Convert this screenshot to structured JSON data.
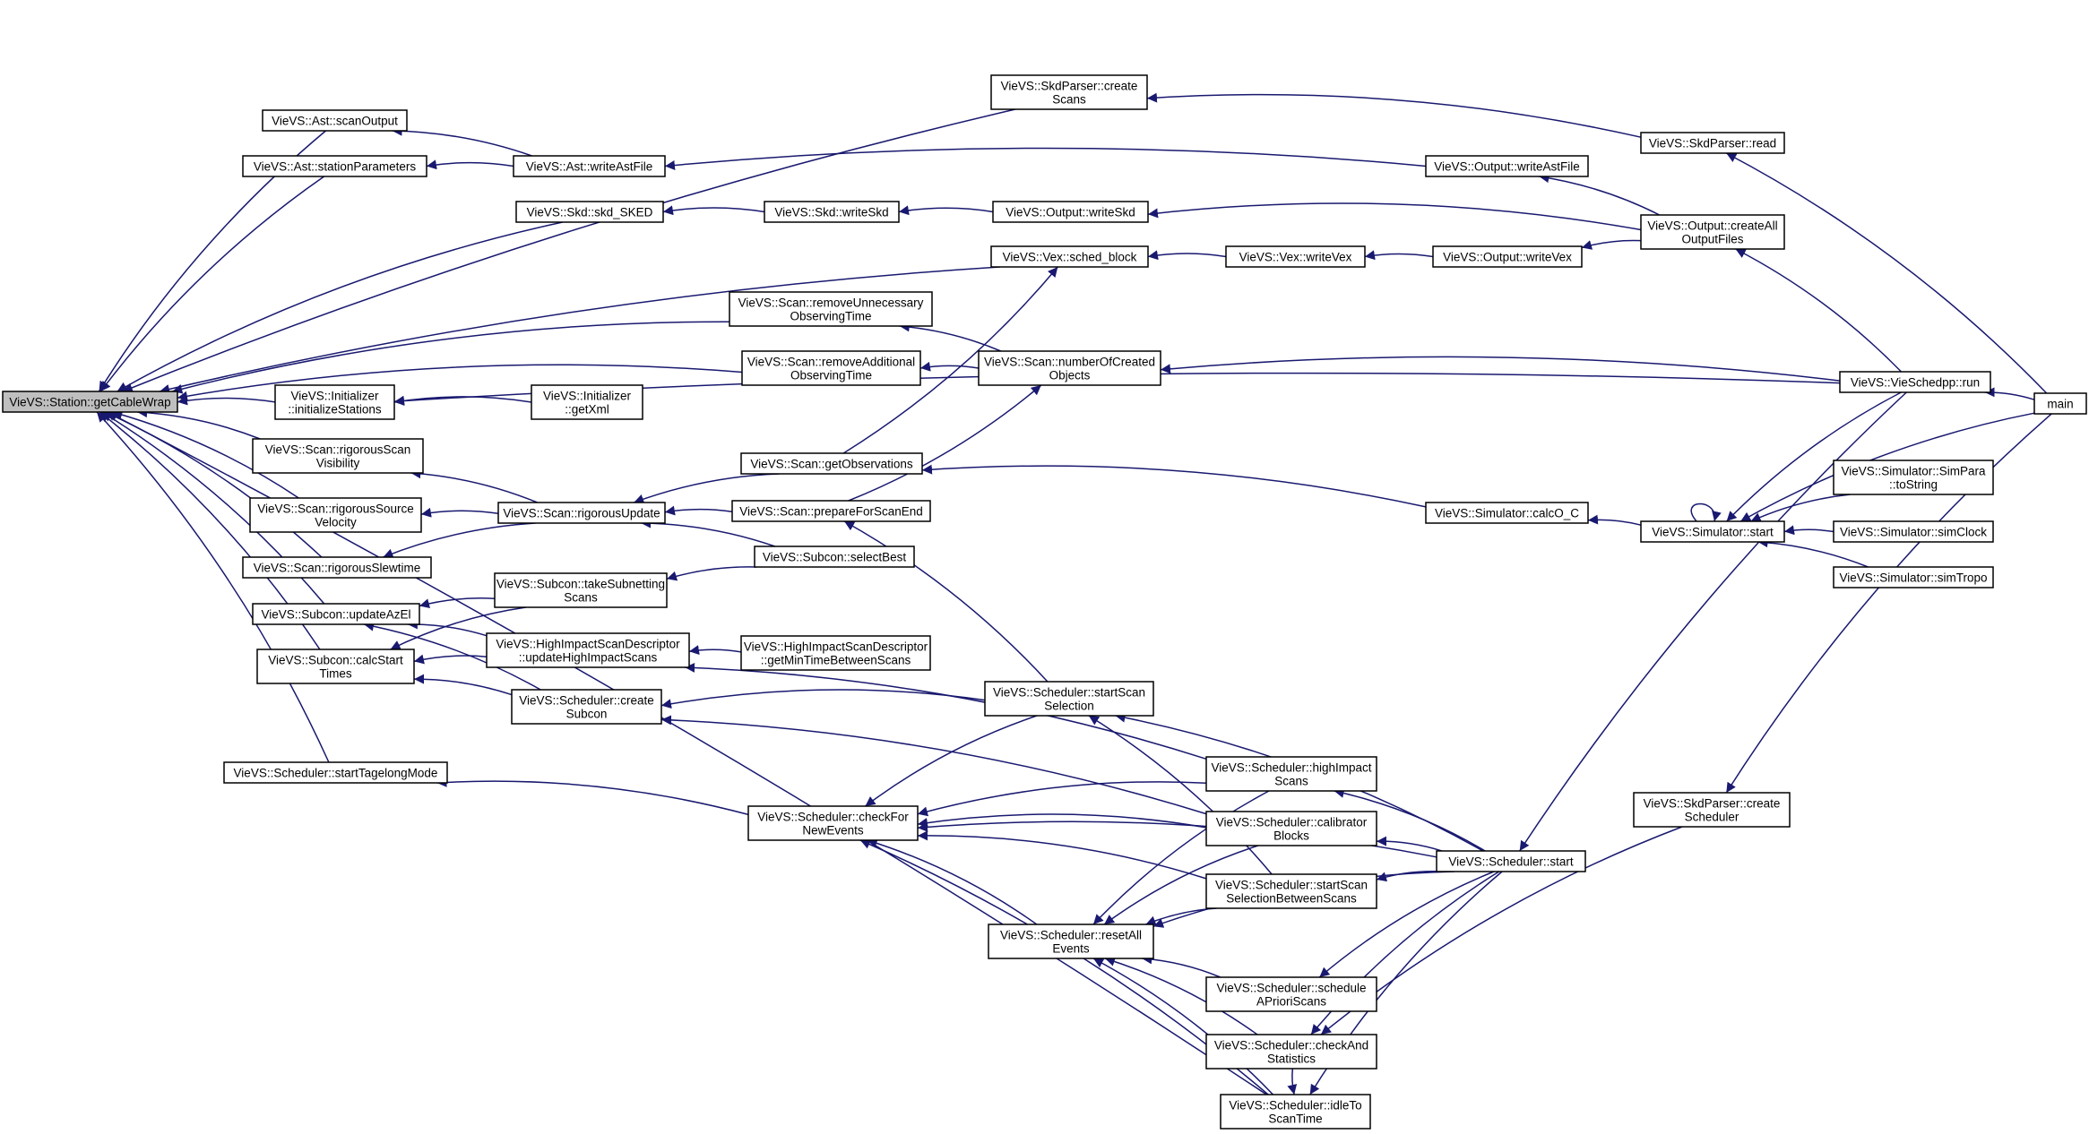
{
  "nodes": [
    {
      "id": "getCableWrap",
      "lines": [
        "VieVS::Station::getCableWrap"
      ],
      "root": true
    },
    {
      "id": "SkdParser_createScans",
      "lines": [
        "VieVS::SkdParser::create",
        "Scans"
      ]
    },
    {
      "id": "SkdParser_read",
      "lines": [
        "VieVS::SkdParser::read"
      ]
    },
    {
      "id": "Ast_scanOutput",
      "lines": [
        "VieVS::Ast::scanOutput"
      ]
    },
    {
      "id": "Ast_stationParameters",
      "lines": [
        "VieVS::Ast::stationParameters"
      ]
    },
    {
      "id": "Ast_writeAstFile",
      "lines": [
        "VieVS::Ast::writeAstFile"
      ]
    },
    {
      "id": "Output_writeAstFile",
      "lines": [
        "VieVS::Output::writeAstFile"
      ]
    },
    {
      "id": "Skd_skd_SKED",
      "lines": [
        "VieVS::Skd::skd_SKED"
      ]
    },
    {
      "id": "Skd_writeSkd",
      "lines": [
        "VieVS::Skd::writeSkd"
      ]
    },
    {
      "id": "Output_writeSkd",
      "lines": [
        "VieVS::Output::writeSkd"
      ]
    },
    {
      "id": "Output_createAllOutputFiles",
      "lines": [
        "VieVS::Output::createAll",
        "OutputFiles"
      ]
    },
    {
      "id": "Vex_sched_block",
      "lines": [
        "VieVS::Vex::sched_block"
      ]
    },
    {
      "id": "Vex_writeVex",
      "lines": [
        "VieVS::Vex::writeVex"
      ]
    },
    {
      "id": "Output_writeVex",
      "lines": [
        "VieVS::Output::writeVex"
      ]
    },
    {
      "id": "Scan_removeUnnecessary",
      "lines": [
        "VieVS::Scan::removeUnnecessary",
        "ObservingTime"
      ]
    },
    {
      "id": "Scan_removeAdditional",
      "lines": [
        "VieVS::Scan::removeAdditional",
        "ObservingTime"
      ]
    },
    {
      "id": "Scan_numberOfCreated",
      "lines": [
        "VieVS::Scan::numberOfCreated",
        "Objects"
      ]
    },
    {
      "id": "VieSchedpp_run",
      "lines": [
        "VieVS::VieSchedpp::run"
      ]
    },
    {
      "id": "main",
      "lines": [
        "main"
      ]
    },
    {
      "id": "Initializer_initializeStations",
      "lines": [
        "VieVS::Initializer",
        "::initializeStations"
      ]
    },
    {
      "id": "Initializer_getXml",
      "lines": [
        "VieVS::Initializer",
        "::getXml"
      ]
    },
    {
      "id": "Scan_rigorousScanVisibility",
      "lines": [
        "VieVS::Scan::rigorousScan",
        "Visibility"
      ]
    },
    {
      "id": "Scan_rigorousSourceVelocity",
      "lines": [
        "VieVS::Scan::rigorousSource",
        "Velocity"
      ]
    },
    {
      "id": "Scan_rigorousSlewtime",
      "lines": [
        "VieVS::Scan::rigorousSlewtime"
      ]
    },
    {
      "id": "Scan_rigorousUpdate",
      "lines": [
        "VieVS::Scan::rigorousUpdate"
      ]
    },
    {
      "id": "Scan_getObservations",
      "lines": [
        "VieVS::Scan::getObservations"
      ]
    },
    {
      "id": "Scan_prepareForScanEnd",
      "lines": [
        "VieVS::Scan::prepareForScanEnd"
      ]
    },
    {
      "id": "Subcon_selectBest",
      "lines": [
        "VieVS::Subcon::selectBest"
      ]
    },
    {
      "id": "Simulator_calcO_C",
      "lines": [
        "VieVS::Simulator::calcO_C"
      ]
    },
    {
      "id": "Simulator_start",
      "lines": [
        "VieVS::Simulator::start"
      ]
    },
    {
      "id": "Simulator_SimPara_toString",
      "lines": [
        "VieVS::Simulator::SimPara",
        "::toString"
      ]
    },
    {
      "id": "Simulator_simClock",
      "lines": [
        "VieVS::Simulator::simClock"
      ]
    },
    {
      "id": "Simulator_simTropo",
      "lines": [
        "VieVS::Simulator::simTropo"
      ]
    },
    {
      "id": "Subcon_updateAzEl",
      "lines": [
        "VieVS::Subcon::updateAzEl"
      ]
    },
    {
      "id": "Subcon_takeSubnettingScans",
      "lines": [
        "VieVS::Subcon::takeSubnetting",
        "Scans"
      ]
    },
    {
      "id": "HISD_updateHighImpactScans",
      "lines": [
        "VieVS::HighImpactScanDescriptor",
        "::updateHighImpactScans"
      ]
    },
    {
      "id": "HISD_getMinTimeBetweenScans",
      "lines": [
        "VieVS::HighImpactScanDescriptor",
        "::getMinTimeBetweenScans"
      ]
    },
    {
      "id": "Subcon_calcStartTimes",
      "lines": [
        "VieVS::Subcon::calcStart",
        "Times"
      ]
    },
    {
      "id": "Scheduler_createSubcon",
      "lines": [
        "VieVS::Scheduler::create",
        "Subcon"
      ]
    },
    {
      "id": "Scheduler_startScanSelection",
      "lines": [
        "VieVS::Scheduler::startScan",
        "Selection"
      ]
    },
    {
      "id": "Scheduler_startTagelongMode",
      "lines": [
        "VieVS::Scheduler::startTagelongMode"
      ]
    },
    {
      "id": "Scheduler_checkForNewEvents",
      "lines": [
        "VieVS::Scheduler::checkFor",
        "NewEvents"
      ]
    },
    {
      "id": "Scheduler_highImpactScans",
      "lines": [
        "VieVS::Scheduler::highImpact",
        "Scans"
      ]
    },
    {
      "id": "Scheduler_calibratorBlocks",
      "lines": [
        "VieVS::Scheduler::calibrator",
        "Blocks"
      ]
    },
    {
      "id": "Scheduler_start",
      "lines": [
        "VieVS::Scheduler::start"
      ]
    },
    {
      "id": "Scheduler_startScanSelectionBetweenScans",
      "lines": [
        "VieVS::Scheduler::startScan",
        "SelectionBetweenScans"
      ]
    },
    {
      "id": "SkdParser_createScheduler",
      "lines": [
        "VieVS::SkdParser::create",
        "Scheduler"
      ]
    },
    {
      "id": "Scheduler_resetAllEvents",
      "lines": [
        "VieVS::Scheduler::resetAll",
        "Events"
      ]
    },
    {
      "id": "Scheduler_scheduleAPrioriScans",
      "lines": [
        "VieVS::Scheduler::schedule",
        "APrioriScans"
      ]
    },
    {
      "id": "Scheduler_checkAndStatistics",
      "lines": [
        "VieVS::Scheduler::checkAnd",
        "Statistics"
      ]
    },
    {
      "id": "Scheduler_idleToScanTime",
      "lines": [
        "VieVS::Scheduler::idleTo",
        "ScanTime"
      ]
    }
  ],
  "edges": [
    [
      "SkdParser_createScans",
      "getCableWrap"
    ],
    [
      "Ast_scanOutput",
      "getCableWrap"
    ],
    [
      "Ast_stationParameters",
      "getCableWrap"
    ],
    [
      "Skd_skd_SKED",
      "getCableWrap"
    ],
    [
      "Vex_sched_block",
      "getCableWrap"
    ],
    [
      "Scan_removeUnnecessary",
      "getCableWrap"
    ],
    [
      "Scan_removeAdditional",
      "getCableWrap"
    ],
    [
      "Initializer_initializeStations",
      "getCableWrap"
    ],
    [
      "Scan_rigorousScanVisibility",
      "getCableWrap"
    ],
    [
      "Scan_rigorousSourceVelocity",
      "getCableWrap"
    ],
    [
      "Scan_rigorousSlewtime",
      "getCableWrap"
    ],
    [
      "Subcon_updateAzEl",
      "getCableWrap"
    ],
    [
      "Subcon_calcStartTimes",
      "getCableWrap"
    ],
    [
      "Scheduler_startTagelongMode",
      "getCableWrap"
    ],
    [
      "Scheduler_idleToScanTime",
      "getCableWrap"
    ],
    [
      "SkdParser_read",
      "SkdParser_createScans"
    ],
    [
      "main",
      "SkdParser_read"
    ],
    [
      "Ast_writeAstFile",
      "Ast_scanOutput"
    ],
    [
      "Ast_writeAstFile",
      "Ast_stationParameters"
    ],
    [
      "Output_writeAstFile",
      "Ast_writeAstFile"
    ],
    [
      "Output_createAllOutputFiles",
      "Output_writeAstFile"
    ],
    [
      "Skd_writeSkd",
      "Skd_skd_SKED"
    ],
    [
      "Output_writeSkd",
      "Skd_writeSkd"
    ],
    [
      "Output_createAllOutputFiles",
      "Output_writeSkd"
    ],
    [
      "VieSchedpp_run",
      "Output_createAllOutputFiles"
    ],
    [
      "Vex_writeVex",
      "Vex_sched_block"
    ],
    [
      "Output_writeVex",
      "Vex_writeVex"
    ],
    [
      "Output_createAllOutputFiles",
      "Output_writeVex"
    ],
    [
      "main",
      "VieSchedpp_run"
    ],
    [
      "Scan_numberOfCreated",
      "Scan_removeUnnecessary"
    ],
    [
      "Scan_numberOfCreated",
      "Scan_removeAdditional"
    ],
    [
      "VieSchedpp_run",
      "Scan_numberOfCreated"
    ],
    [
      "Initializer_getXml",
      "Initializer_initializeStations"
    ],
    [
      "VieSchedpp_run",
      "Initializer_initializeStations"
    ],
    [
      "Scan_rigorousUpdate",
      "Scan_rigorousScanVisibility"
    ],
    [
      "Scan_rigorousUpdate",
      "Scan_rigorousSourceVelocity"
    ],
    [
      "Scan_rigorousUpdate",
      "Scan_rigorousSlewtime"
    ],
    [
      "Scan_getObservations",
      "Scan_rigorousUpdate"
    ],
    [
      "Scan_prepareForScanEnd",
      "Scan_rigorousUpdate"
    ],
    [
      "Subcon_selectBest",
      "Scan_rigorousUpdate"
    ],
    [
      "Scan_getObservations",
      "Vex_sched_block"
    ],
    [
      "Scan_prepareForScanEnd",
      "Scan_numberOfCreated"
    ],
    [
      "Simulator_calcO_C",
      "Scan_getObservations"
    ],
    [
      "Simulator_start",
      "Simulator_calcO_C"
    ],
    [
      "Simulator_start",
      "Simulator_start"
    ],
    [
      "Simulator_SimPara_toString",
      "Simulator_start"
    ],
    [
      "Simulator_simClock",
      "Simulator_start"
    ],
    [
      "Simulator_simTropo",
      "Simulator_start"
    ],
    [
      "main",
      "Simulator_start"
    ],
    [
      "VieSchedpp_run",
      "Simulator_start"
    ],
    [
      "Subcon_takeSubnettingScans",
      "Subcon_updateAzEl"
    ],
    [
      "HISD_updateHighImpactScans",
      "Subcon_updateAzEl"
    ],
    [
      "Scheduler_createSubcon",
      "Subcon_updateAzEl"
    ],
    [
      "Subcon_selectBest",
      "Subcon_takeSubnettingScans"
    ],
    [
      "Subcon_takeSubnettingScans",
      "Subcon_calcStartTimes"
    ],
    [
      "HISD_updateHighImpactScans",
      "Subcon_calcStartTimes"
    ],
    [
      "Scheduler_createSubcon",
      "Subcon_calcStartTimes"
    ],
    [
      "HISD_getMinTimeBetweenScans",
      "HISD_updateHighImpactScans"
    ],
    [
      "Scheduler_highImpactScans",
      "HISD_updateHighImpactScans"
    ],
    [
      "Scheduler_startScanSelection",
      "Scheduler_createSubcon"
    ],
    [
      "Scheduler_calibratorBlocks",
      "Scheduler_createSubcon"
    ],
    [
      "Scheduler_startScanSelection",
      "Scan_prepareForScanEnd"
    ],
    [
      "Scheduler_start",
      "Scheduler_startScanSelection"
    ],
    [
      "Scheduler_startScanSelectionBetweenScans",
      "Scheduler_startScanSelection"
    ],
    [
      "Scheduler_checkForNewEvents",
      "Scheduler_startTagelongMode"
    ],
    [
      "Scheduler_startScanSelection",
      "Scheduler_checkForNewEvents"
    ],
    [
      "Scheduler_highImpactScans",
      "Scheduler_checkForNewEvents"
    ],
    [
      "Scheduler_calibratorBlocks",
      "Scheduler_checkForNewEvents"
    ],
    [
      "Scheduler_startScanSelectionBetweenScans",
      "Scheduler_checkForNewEvents"
    ],
    [
      "Scheduler_start",
      "Scheduler_checkForNewEvents"
    ],
    [
      "Scheduler_resetAllEvents",
      "Scheduler_checkForNewEvents"
    ],
    [
      "Scheduler_idleToScanTime",
      "Scheduler_checkForNewEvents"
    ],
    [
      "Scheduler_start",
      "Scheduler_highImpactScans"
    ],
    [
      "Scheduler_start",
      "Scheduler_calibratorBlocks"
    ],
    [
      "Scheduler_start",
      "Scheduler_startScanSelectionBetweenScans"
    ],
    [
      "VieSchedpp_run",
      "Scheduler_start"
    ],
    [
      "SkdParser_createScheduler",
      "Scheduler_checkAndStatistics"
    ],
    [
      "main",
      "SkdParser_createScheduler"
    ],
    [
      "Scheduler_highImpactScans",
      "Scheduler_resetAllEvents"
    ],
    [
      "Scheduler_calibratorBlocks",
      "Scheduler_resetAllEvents"
    ],
    [
      "Scheduler_startScanSelectionBetweenScans",
      "Scheduler_resetAllEvents"
    ],
    [
      "Scheduler_start",
      "Scheduler_resetAllEvents"
    ],
    [
      "Scheduler_scheduleAPrioriScans",
      "Scheduler_resetAllEvents"
    ],
    [
      "Scheduler_checkAndStatistics",
      "Scheduler_resetAllEvents"
    ],
    [
      "Scheduler_idleToScanTime",
      "Scheduler_resetAllEvents"
    ],
    [
      "Scheduler_start",
      "Scheduler_scheduleAPrioriScans"
    ],
    [
      "Scheduler_start",
      "Scheduler_checkAndStatistics"
    ],
    [
      "Scheduler_start",
      "Scheduler_idleToScanTime"
    ],
    [
      "Scheduler_checkAndStatistics",
      "Scheduler_idleToScanTime"
    ]
  ]
}
